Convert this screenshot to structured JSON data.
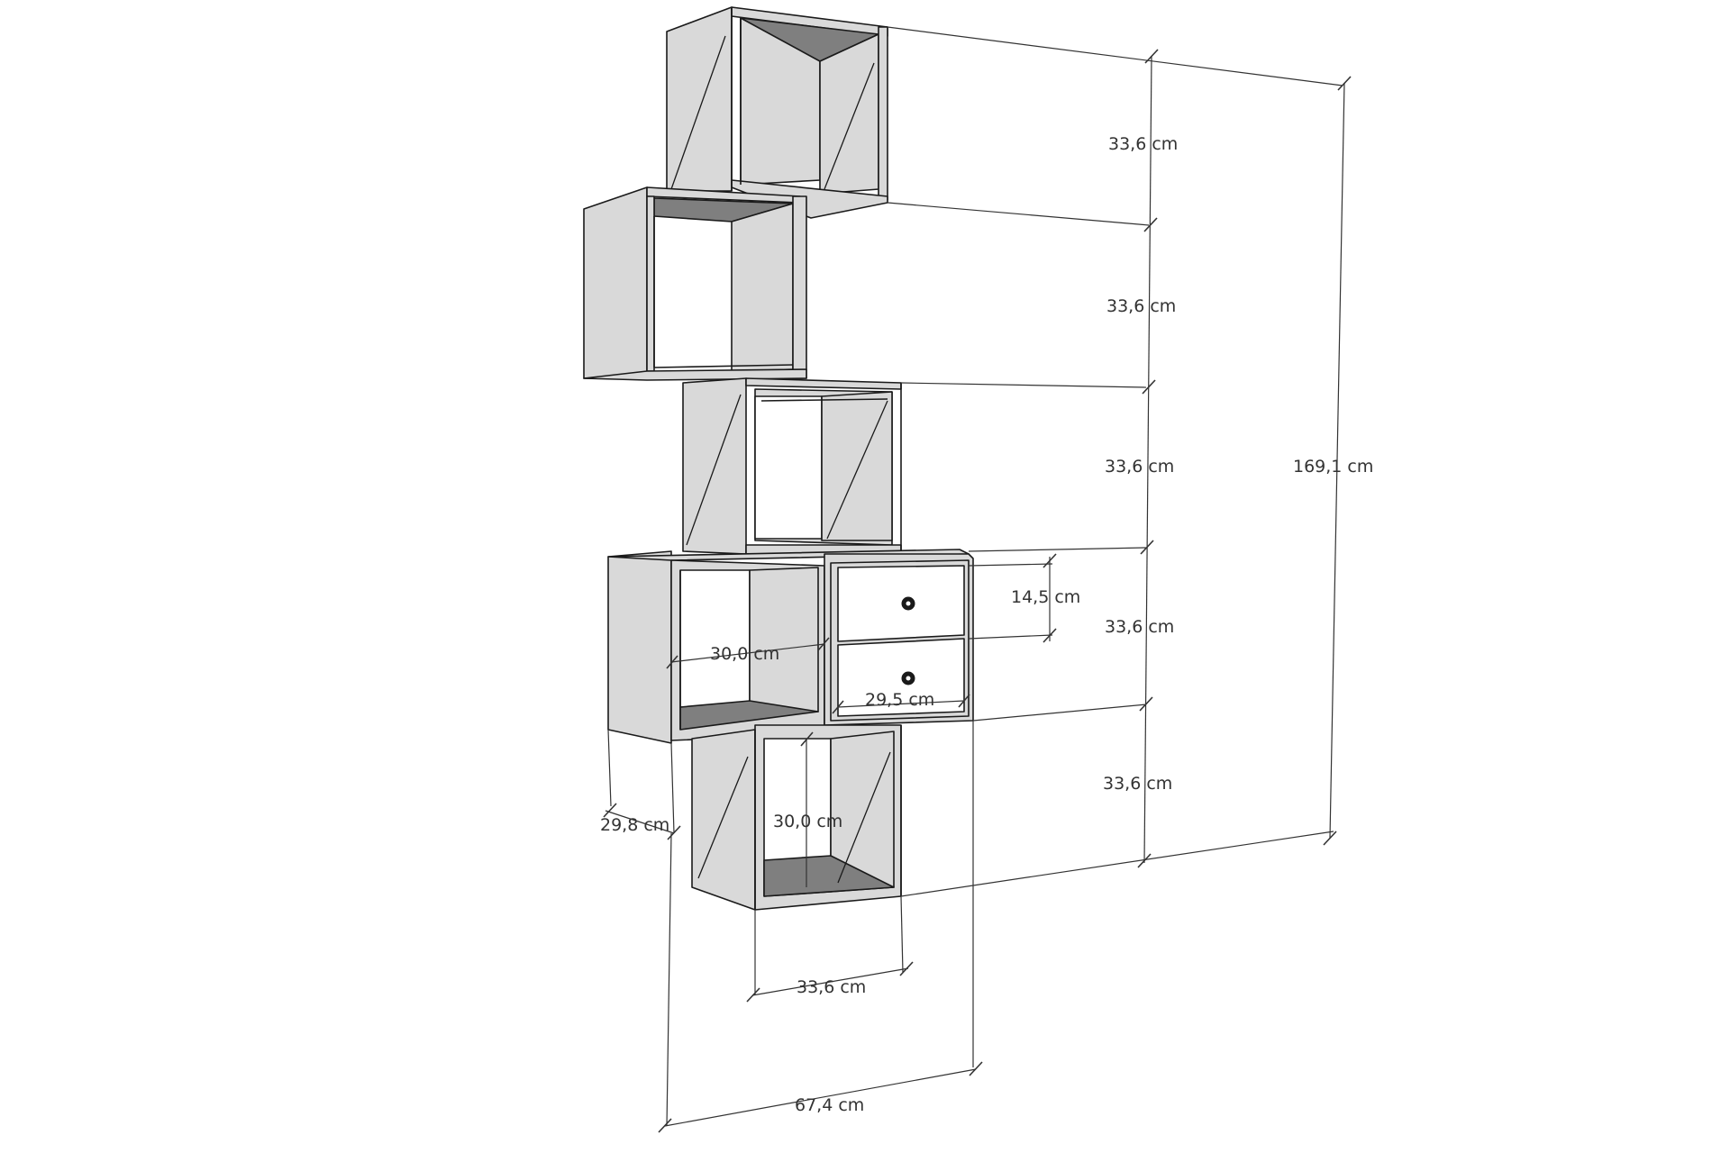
{
  "dimensions": {
    "cube_height_1": "33,6 cm",
    "cube_height_2": "33,6 cm",
    "cube_height_3": "33,6 cm",
    "cube_height_4": "33,6 cm",
    "cube_height_5": "33,6 cm",
    "total_height": "169,1 cm",
    "drawer_height": "14,5 cm",
    "inner_width": "30,0 cm",
    "drawer_width": "29,5 cm",
    "depth": "29,8 cm",
    "inner_height": "30,0 cm",
    "cube_width": "33,6 cm",
    "total_width": "67,4 cm"
  },
  "colors": {
    "panel": "#d9d9d9",
    "panel_dark": "#7f7f7f",
    "line": "#1a1a1a"
  }
}
